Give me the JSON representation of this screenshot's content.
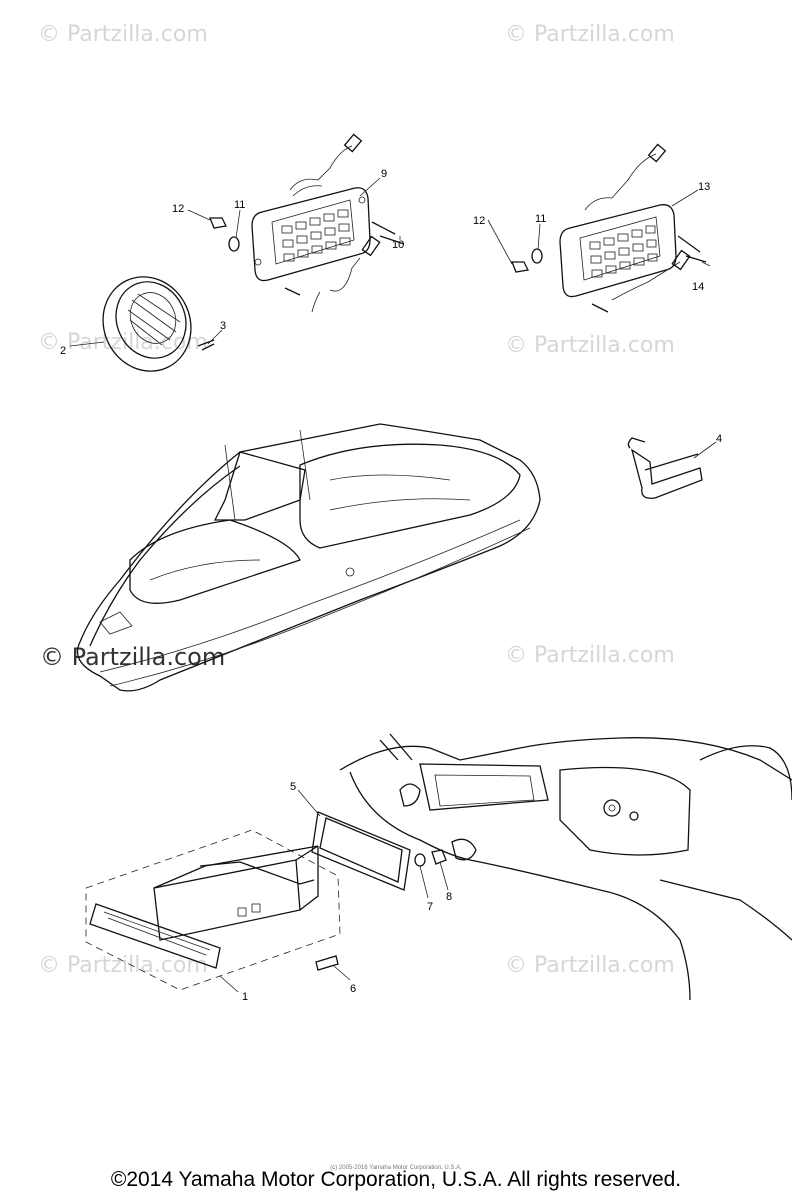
{
  "watermarks": [
    "© Partzilla.com",
    "© Partzilla.com",
    "© Partzilla.com",
    "© Partzilla.com",
    "© Partzilla.com",
    "© Partzilla.com",
    "© Partzilla.com",
    "© Partzilla.com"
  ],
  "watermark_center": "© Partzilla.com",
  "callouts": [
    "1",
    "2",
    "3",
    "4",
    "5",
    "6",
    "7",
    "8",
    "9",
    "10",
    "11",
    "11",
    "12",
    "12",
    "13",
    "14"
  ],
  "fine_print": "(c) 2005-2016 Yamaha Motor Corporation, U.S.A.",
  "copyright": "©2014 Yamaha Motor Corporation, U.S.A. All rights reserved."
}
